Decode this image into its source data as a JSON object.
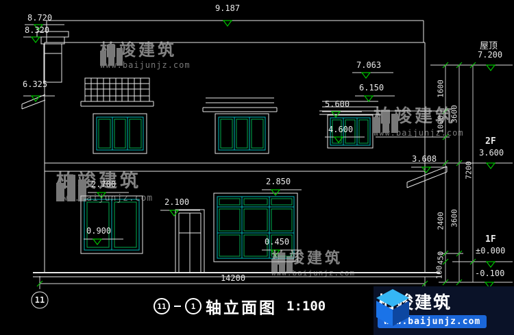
{
  "colors": {
    "line": "#e8e8e8",
    "dim_green": "#00c300",
    "window_cyan": "#00b7b7",
    "pane_green": "#00b050",
    "brand_blue": "#1b67d9"
  },
  "watermark": {
    "brand": "柏竣建筑",
    "url": "www.baijunjz.com"
  },
  "brand_block": {
    "name": "柏竣建筑",
    "url": "www.baijunjz.com"
  },
  "title": {
    "axis_a": "11",
    "axis_b": "1",
    "text": "轴立面图",
    "scale": "1:100"
  },
  "axis_bubble": "11",
  "labels": {
    "e9187": "9.187",
    "e8720": "8.720",
    "e8320": "8.320",
    "e6325": "6.325",
    "e7063": "7.063",
    "e6150": "6.150",
    "e5600": "5.600",
    "e4600": "4.600",
    "e3608": "3.608",
    "e2700": "2.700",
    "e2100": "2.100",
    "e2850": "2.850",
    "e0900": "0.900",
    "e0450": "0.450",
    "roof": "屋顶",
    "roof_elev": "7.200",
    "f2": "2F",
    "f2_elev": "3.600",
    "f1": "1F",
    "f1_elev": "±0.000",
    "neg": "-0.100",
    "total_width": "14200",
    "v1600": "1600",
    "v1000": "1000",
    "v2400": "2400",
    "v450": "450",
    "v100": "100",
    "v3600a": "3600",
    "v3600b": "3600",
    "v7200": "7200"
  }
}
